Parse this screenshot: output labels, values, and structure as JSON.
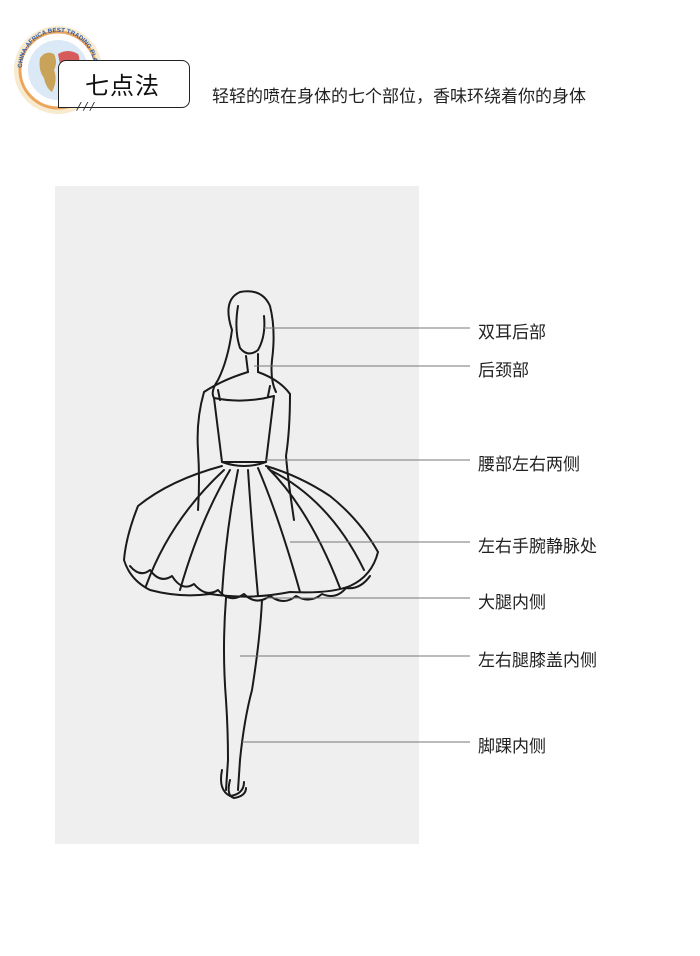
{
  "logo": {
    "ring_text": "CHINA-AFRICA BEST TRADING PLATFORM",
    "colors": {
      "ring": "#2b5fa8",
      "outer": "#e8913a",
      "map": "#c9a35a",
      "china": "#d65b5b"
    }
  },
  "header": {
    "title": "七点法",
    "slashes": "///",
    "subtitle": "轻轻的喷在身体的七个部位，香味环绕着你的身体"
  },
  "diagram": {
    "labels": [
      "双耳后部",
      "后颈部",
      "腰部左右两侧",
      "左右手腕静脉处",
      "大腿内侧",
      "左右腿膝盖内侧",
      "脚踝内侧"
    ],
    "panel_color": "#efefef",
    "line_color": "#777777"
  }
}
